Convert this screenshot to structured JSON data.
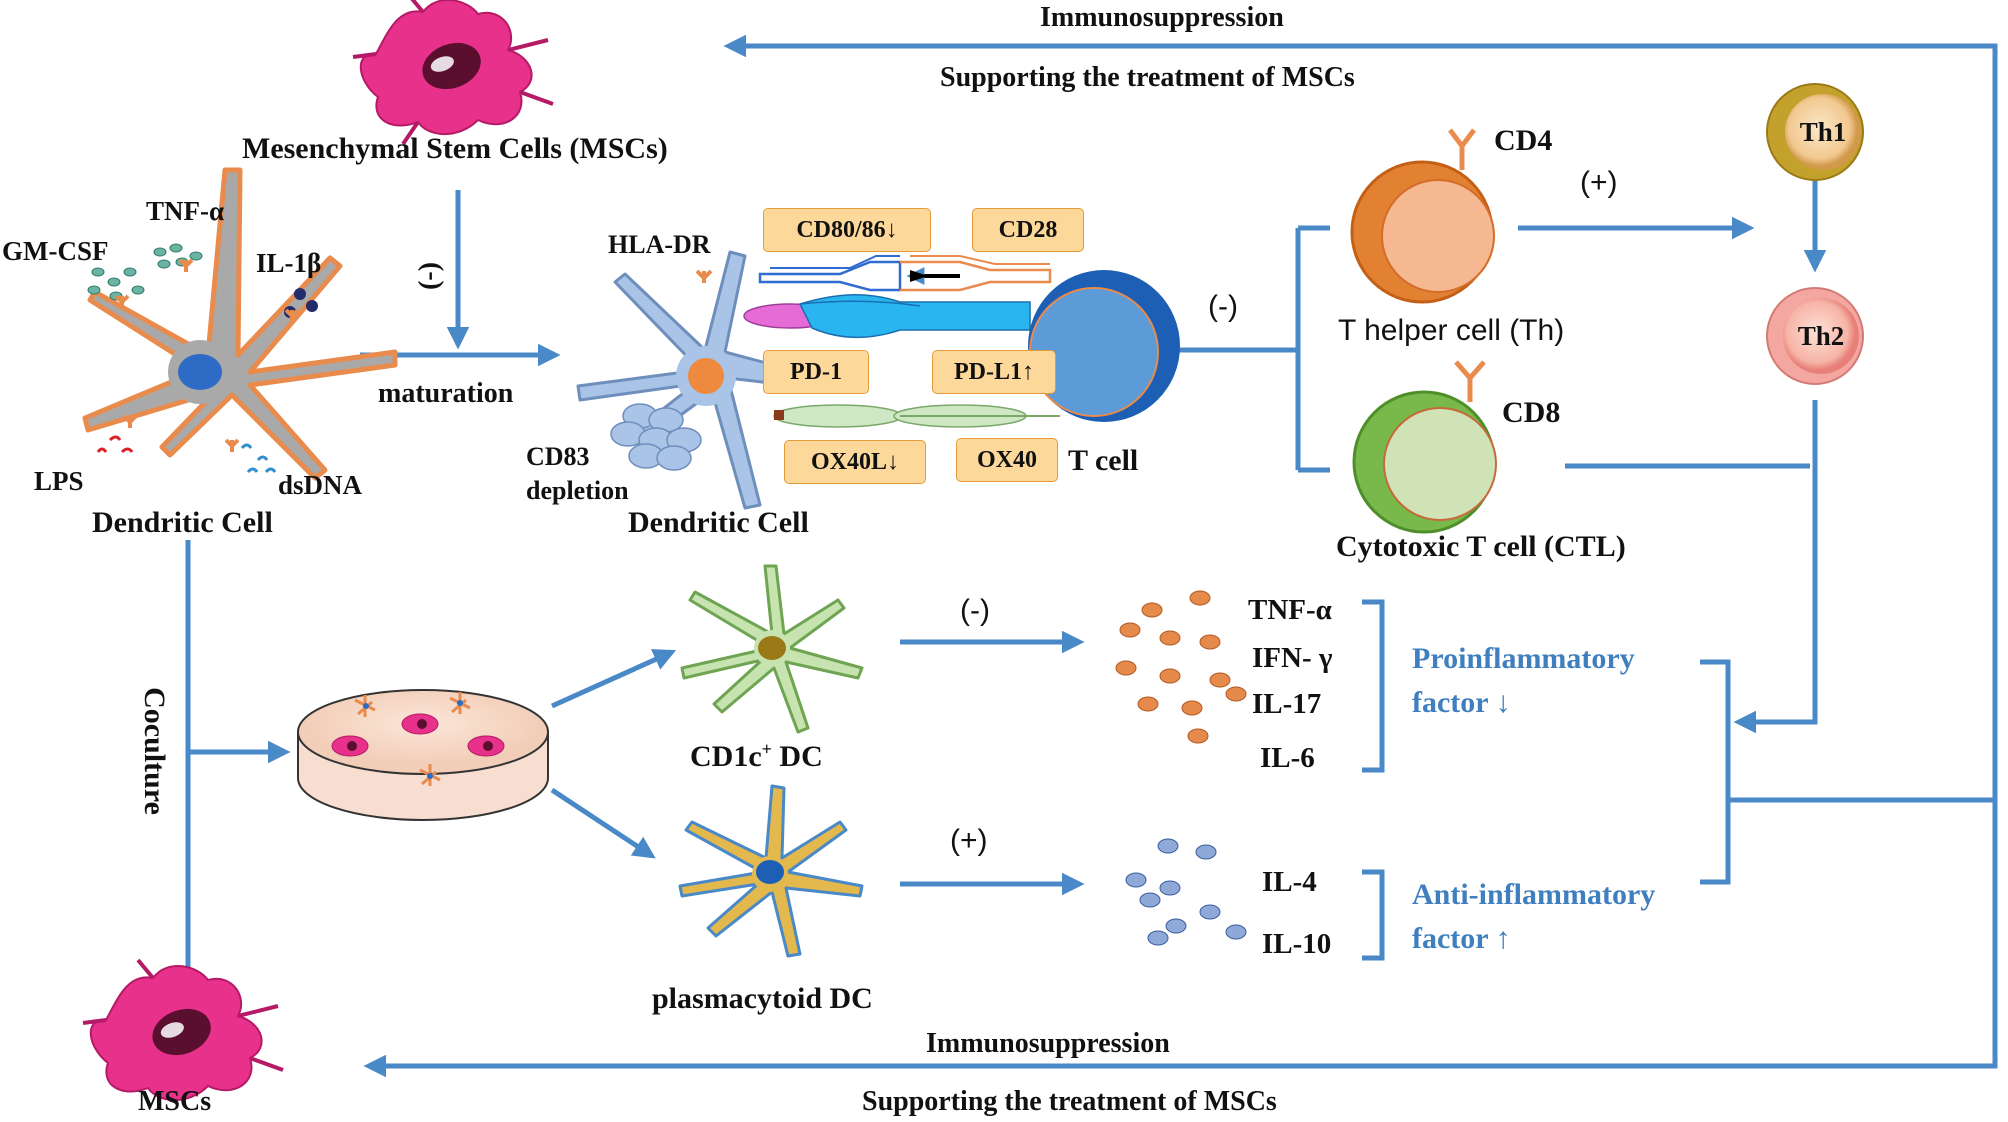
{
  "top": {
    "immunosuppression": "Immunosuppression",
    "supporting": "Supporting the treatment of MSCs"
  },
  "bottom": {
    "immunosuppression": "Immunosuppression",
    "supporting": "Supporting the treatment of MSCs"
  },
  "msc": {
    "label": "Mesenchymal Stem Cells (MSCs)",
    "bottom_label": "MSCs"
  },
  "dc_left": {
    "label": "Dendritic Cell",
    "stimuli": [
      "GM-CSF",
      "TNF-α",
      "IL-1β",
      "LPS",
      "dsDNA"
    ]
  },
  "maturation": {
    "label": "maturation",
    "inhibit": "(-)"
  },
  "dc_mid": {
    "label": "Dendritic Cell",
    "hla": "HLA-DR",
    "cd83": [
      "CD83",
      "depletion"
    ],
    "boxes": {
      "cd80": "CD80/86↓",
      "cd28": "CD28",
      "pd1": "PD-1",
      "pdl1": "PD-L1↑",
      "ox40l": "OX40L↓",
      "ox40": "OX40"
    },
    "tcell": "T cell"
  },
  "tcells": {
    "inhibit": "(-)",
    "th_label": "T helper cell (Th)",
    "cd4": "CD4",
    "plus": "(+)",
    "ctl_label": "Cytotoxic T cell (CTL)",
    "cd8": "CD8",
    "th1": "Th1",
    "th2": "Th2"
  },
  "coculture": {
    "label": "Coculture",
    "cd1c_base": "CD1c",
    "cd1c_sup": "+",
    "cd1c_rest": " DC",
    "pdc": "plasmacytoid DC",
    "minus": "(-)",
    "plus": "(+)"
  },
  "pro": {
    "cytokines": [
      "TNF-α",
      "IFN- γ",
      "IL-17",
      "IL-6"
    ],
    "label1": "Proinflammatory",
    "label2": "factor ↓"
  },
  "anti": {
    "cytokines": [
      "IL-4",
      "IL-10"
    ],
    "label1": "Anti-inflammatory",
    "label2": "factor ↑"
  },
  "colors": {
    "arrow": "#4a89c8",
    "msc": "#e8318a",
    "dc_left": "#e98b4c",
    "dc_mid": "#a9c4e6",
    "cd1c": "#9bc97d",
    "pdc": "#e3b84d",
    "pro_dot": "#e58a4a",
    "anti_dot": "#8ea9d8"
  }
}
